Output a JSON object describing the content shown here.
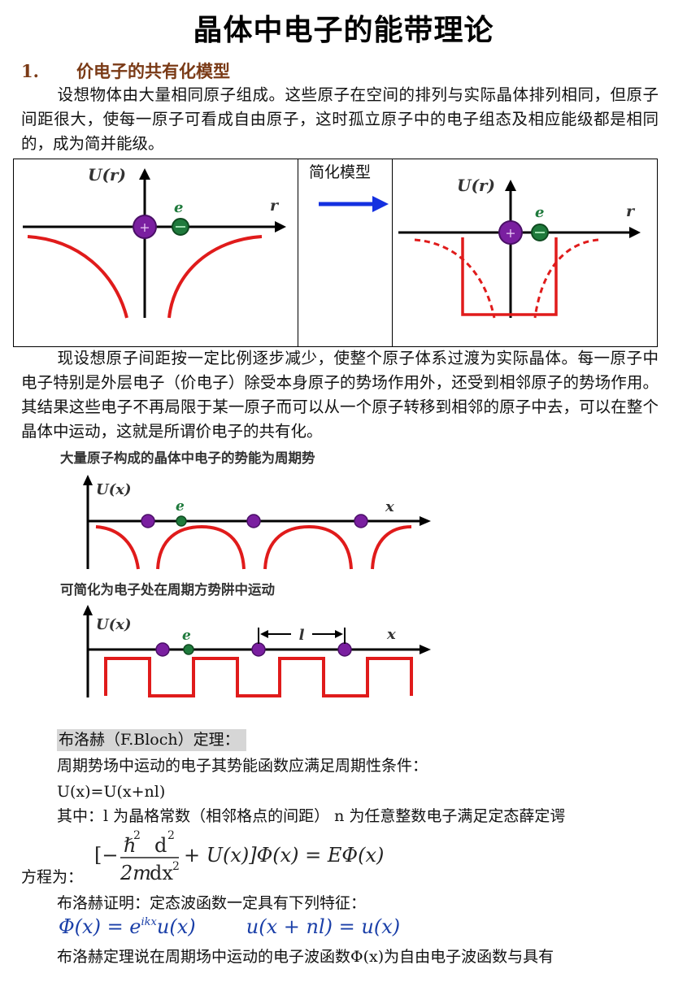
{
  "title": "晶体中电子的能带理论",
  "section1": {
    "number": "1.",
    "heading": "价电子的共有化模型"
  },
  "para1": "设想物体由大量相同原子组成。这些原子在空间的排列与实际晶体排列相同，但原子间距很大，使每一原子可看成自由原子，这时孤立原子中的电子组态及相应能级都是相同的，成为简并能级。",
  "figure1": {
    "left_ylabel": "U(r)",
    "left_xlabel": "r",
    "electron": "e",
    "middle_label": "简化模型",
    "right_ylabel": "U(r)",
    "right_xlabel": "r",
    "right_electron": "e"
  },
  "para2": "现设想原子间距按一定比例逐步减少，使整个原子体系过渡为实际晶体。每一原子中电子特别是外层电子（价电子）除受本身原子的势场作用外，还受到相邻原子的势场作用。其结果这些电子不再局限于某一原子而可以从一个原子转移到相邻的原子中去，可以在整个晶体中运动，这就是所谓价电子的共有化。",
  "figure2": {
    "caption": "大量原子构成的晶体中电子的势能为周期势",
    "ylabel": "U(x)",
    "xlabel": "x",
    "electron": "e"
  },
  "figure3": {
    "caption": "可简化为电子处在周期方势阱中运动",
    "ylabel": "U(x)",
    "xlabel": "x",
    "electron": "e",
    "period": "l"
  },
  "bloch": {
    "heading": "布洛赫（F.Bloch）定理：",
    "line1": "周期势场中运动的电子其势能函数应满足周期性条件：",
    "line2": "U(x)=U(x+nl)",
    "line3": "其中：l 为晶格常数（相邻格点的间距） n 为任意整数电子满足定态薛定谔",
    "line4": "方程为：",
    "line5": "布洛赫证明：定态波函数一定具有下列特征：",
    "line6": "布洛赫定理说在周期场中运动的电子波函数Φ(x)为自由电子波函数与具有"
  },
  "equation": {
    "bracket_open": "[−",
    "hbar": "ℏ",
    "sq": "2",
    "d": "d",
    "denominator": "2m",
    "dx": "dx",
    "rest": "+ U(x)]Φ(x) = EΦ(x)"
  },
  "bloch_form": {
    "left": "Φ(x) = e",
    "exponent": "ikx",
    "left_tail": "u(x)",
    "right": "u(x + nl) = u(x)"
  },
  "colors": {
    "curve": "#e01b1b",
    "ion": "#7a1fa0",
    "electron": "#1f7a3c",
    "arrow": "#1430e0",
    "heading": "#7a3a16",
    "formula": "#1a3fa8"
  }
}
